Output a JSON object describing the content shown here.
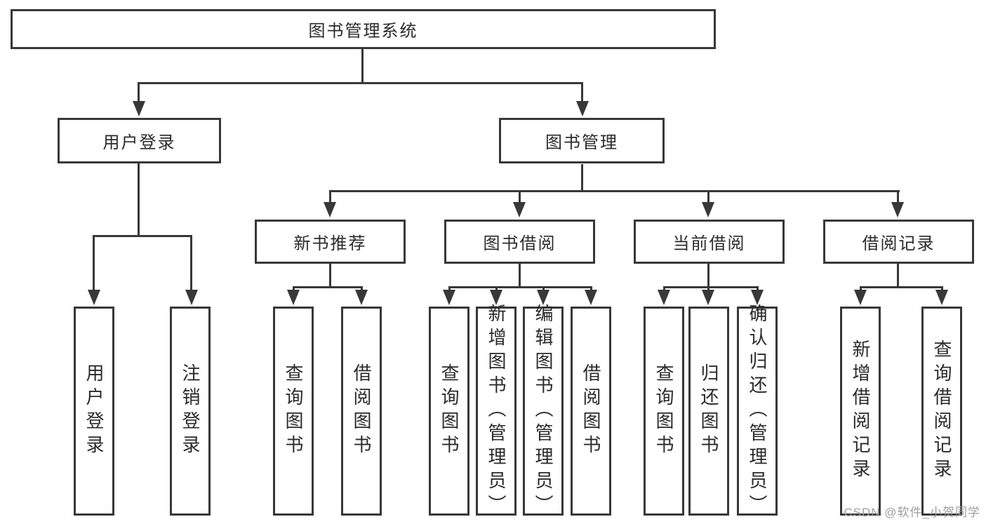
{
  "colors": {
    "line": "#383838",
    "text": "#2a2a2a",
    "watermark": "#9e9e9e",
    "background": "#ffffff"
  },
  "root": {
    "label": "图书管理系统"
  },
  "level2": {
    "user_login": "用户登录",
    "book_management": "图书管理"
  },
  "level3": {
    "new_book_recommend": "新书推荐",
    "book_borrow": "图书借阅",
    "current_borrow": "当前借阅",
    "borrow_record": "借阅记录"
  },
  "leaves": {
    "user_login": [
      "用户登录",
      "注销登录"
    ],
    "new_book_recommend": [
      "查询图书",
      "借阅图书"
    ],
    "book_borrow": [
      "查询图书",
      "新增图书（管理员）",
      "编辑图书（管理员）",
      "借阅图书"
    ],
    "current_borrow": [
      "查询图书",
      "归还图书",
      "确认归还（管理员）"
    ],
    "borrow_record": [
      "新增借阅记录",
      "查询借阅记录"
    ]
  },
  "watermark": "CSDN @软件_小贺同学"
}
